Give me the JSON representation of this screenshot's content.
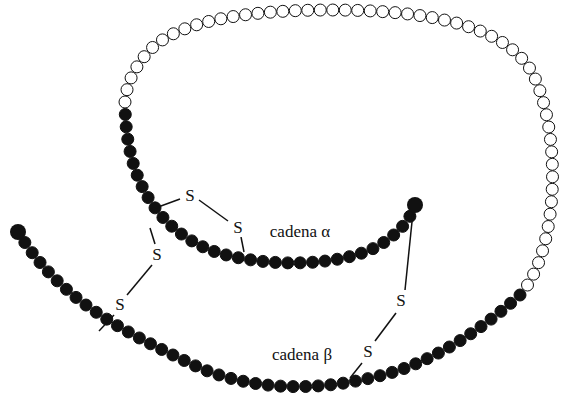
{
  "diagram": {
    "labels": [
      "S",
      "S",
      "cadena α",
      "S",
      "S",
      "S",
      "cadena β",
      "S"
    ]
  }
}
